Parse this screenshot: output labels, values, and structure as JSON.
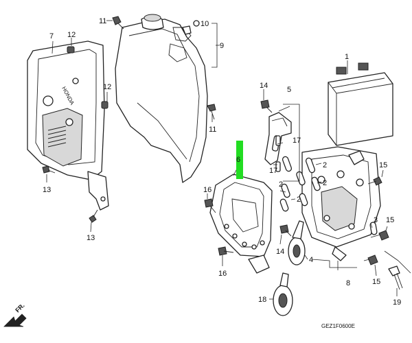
{
  "diagram": {
    "code": "GEZ1F0600E",
    "direction_label": "FR.",
    "callouts": [
      {
        "id": "c1",
        "label": "1"
      },
      {
        "id": "c2a",
        "label": "2"
      },
      {
        "id": "c2b",
        "label": "2"
      },
      {
        "id": "c2c",
        "label": "2"
      },
      {
        "id": "c2d",
        "label": "2"
      },
      {
        "id": "c3",
        "label": "3"
      },
      {
        "id": "c4",
        "label": "4"
      },
      {
        "id": "c5",
        "label": "5"
      },
      {
        "id": "c6",
        "label": "6"
      },
      {
        "id": "c7",
        "label": "7"
      },
      {
        "id": "c8",
        "label": "8"
      },
      {
        "id": "c9",
        "label": "9"
      },
      {
        "id": "c10",
        "label": "10"
      },
      {
        "id": "c11a",
        "label": "11"
      },
      {
        "id": "c11b",
        "label": "11"
      },
      {
        "id": "c12a",
        "label": "12"
      },
      {
        "id": "c12b",
        "label": "12"
      },
      {
        "id": "c13a",
        "label": "13"
      },
      {
        "id": "c13b",
        "label": "13"
      },
      {
        "id": "c14a",
        "label": "14"
      },
      {
        "id": "c14b",
        "label": "14"
      },
      {
        "id": "c15a",
        "label": "15"
      },
      {
        "id": "c15b",
        "label": "15"
      },
      {
        "id": "c15c",
        "label": "15"
      },
      {
        "id": "c16a",
        "label": "16"
      },
      {
        "id": "c16b",
        "label": "16"
      },
      {
        "id": "c17a",
        "label": "17"
      },
      {
        "id": "c17b",
        "label": "17"
      },
      {
        "id": "c18",
        "label": "18"
      },
      {
        "id": "c19",
        "label": "19"
      }
    ],
    "cover_emblem": "HONDA",
    "highlight_color": "#22dd22"
  }
}
